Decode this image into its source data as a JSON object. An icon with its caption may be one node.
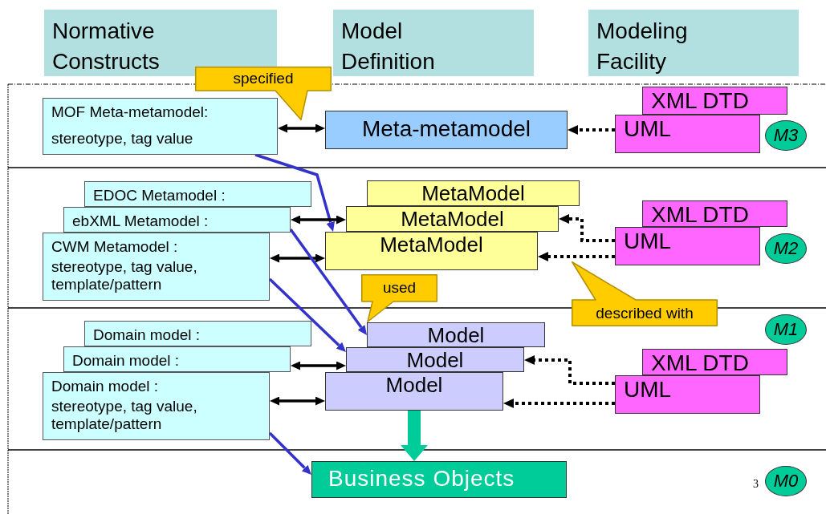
{
  "diagram": {
    "nodes": [
      {
        "text": [
          "Normative Constructs"
        ]
      },
      {
        "text": [
          "Model Definition"
        ]
      },
      {
        "text": [
          "Modeling Facility"
        ]
      },
      {
        "text": [
          "specified"
        ]
      },
      {
        "text": [
          "MOF Meta-metamodel:",
          "stereotype, tag value"
        ]
      },
      {
        "text": [
          "Meta-metamodel"
        ]
      },
      {
        "text": [
          "XML DTD"
        ]
      },
      {
        "text": [
          "UML"
        ]
      },
      {
        "text": [
          "M3"
        ]
      },
      {
        "text": [
          "EDOC Metamodel :"
        ]
      },
      {
        "text": [
          "ebXML Metamodel :"
        ]
      },
      {
        "text": [
          "CWM Metamodel :",
          "stereotype, tag value, template/pattern"
        ]
      },
      {
        "text": [
          "MetaModel"
        ]
      },
      {
        "text": [
          "MetaModel"
        ]
      },
      {
        "text": [
          "MetaModel"
        ]
      },
      {
        "text": [
          "XML DTD"
        ]
      },
      {
        "text": [
          "UML"
        ]
      },
      {
        "text": [
          "M2"
        ]
      },
      {
        "text": [
          "used"
        ]
      },
      {
        "text": [
          "described with"
        ]
      },
      {
        "text": [
          "Domain model :"
        ]
      },
      {
        "text": [
          "Domain model :"
        ]
      },
      {
        "text": [
          "Domain model :",
          "stereotype, tag value, template/pattern"
        ]
      },
      {
        "text": [
          "Model"
        ]
      },
      {
        "text": [
          "Model"
        ]
      },
      {
        "text": [
          "Model"
        ]
      },
      {
        "text": [
          "XML DTD"
        ]
      },
      {
        "text": [
          "UML"
        ]
      },
      {
        "text": [
          "M1"
        ]
      },
      {
        "text": [
          "Business Objects"
        ]
      },
      {
        "text": [
          "M0"
        ]
      }
    ],
    "edges": [
      {
        "from": 4,
        "to": 5,
        "arrow": "both"
      },
      {
        "from": 7,
        "to": 5,
        "arrow": "to",
        "style": "dashed"
      },
      {
        "from": 4,
        "to": 14,
        "arrow": "to",
        "color": "#3333cc"
      },
      {
        "from": 10,
        "to": 13,
        "arrow": "both"
      },
      {
        "from": 11,
        "to": 14,
        "arrow": "both"
      },
      {
        "from": 16,
        "to": 13,
        "arrow": "to",
        "style": "dashed"
      },
      {
        "from": 16,
        "to": 14,
        "arrow": "to",
        "style": "dashed"
      },
      {
        "from": 11,
        "to": 24,
        "arrow": "to",
        "color": "#3333cc"
      },
      {
        "from": 10,
        "to": 23,
        "arrow": "to",
        "color": "#3333cc"
      },
      {
        "from": 21,
        "to": 24,
        "arrow": "both"
      },
      {
        "from": 22,
        "to": 25,
        "arrow": "both"
      },
      {
        "from": 27,
        "to": 24,
        "arrow": "to",
        "style": "dashed"
      },
      {
        "from": 27,
        "to": 25,
        "arrow": "to",
        "style": "dashed"
      },
      {
        "from": 22,
        "to": 29,
        "arrow": "to",
        "color": "#3333cc"
      },
      {
        "from": 25,
        "to": 29,
        "arrow": "to",
        "style": "thick",
        "color": "#00cc99"
      }
    ],
    "labels": [
      "3"
    ]
  }
}
